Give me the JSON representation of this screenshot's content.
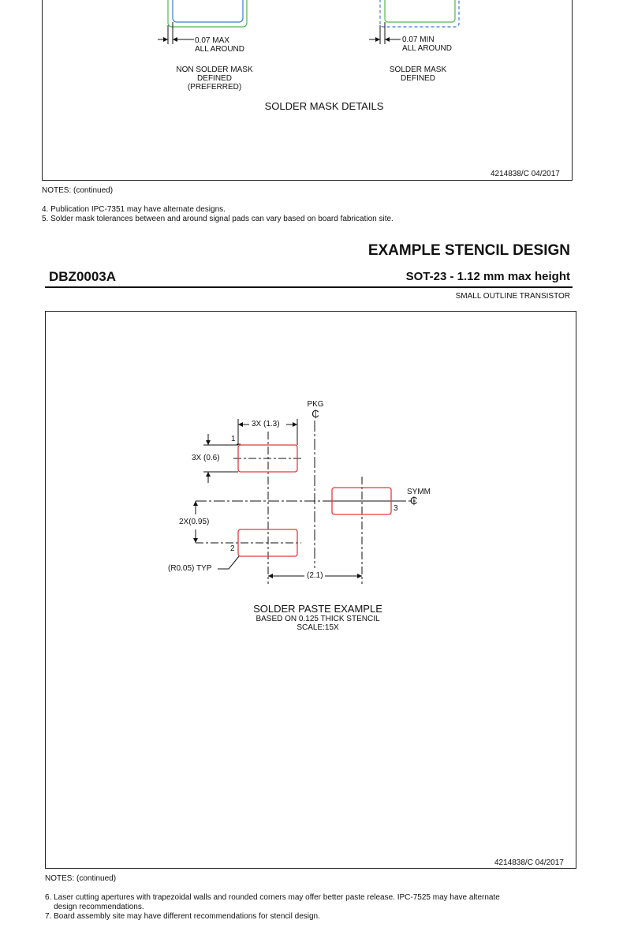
{
  "top": {
    "nsmd": {
      "dim": "0.07 MAX",
      "dim_sub": "ALL AROUND",
      "label_1": "NON SOLDER MASK",
      "label_2": "DEFINED",
      "label_3": "(PREFERRED)"
    },
    "smd": {
      "dim": "0.07 MIN",
      "dim_sub": "ALL AROUND",
      "label_1": "SOLDER MASK",
      "label_2": "DEFINED"
    },
    "caption": "SOLDER MASK DETAILS",
    "doc_ref": "4214838/C  04/2017"
  },
  "notes_top": {
    "heading": "NOTES: (continued)",
    "items": [
      "4. Publication IPC-7351 may have alternate designs.",
      "5. Solder mask tolerances between and around signal pads can vary based on board fabrication site."
    ]
  },
  "header": {
    "title": "EXAMPLE STENCIL DESIGN",
    "part": "DBZ0003A",
    "package": "SOT-23 - 1.12 mm max height",
    "subtitle": "SMALL OUTLINE TRANSISTOR"
  },
  "stencil": {
    "pkg_label": "PKG",
    "cl_symbol": "₵",
    "symm_label": "SYMM",
    "dim_width": "3X (1.3)",
    "dim_height": "3X (0.6)",
    "dim_pitch": "2X(0.95)",
    "dim_span": "(2.1)",
    "radius_label": "(R0.05) TYP",
    "pin_1": "1",
    "pin_2": "2",
    "pin_3": "3",
    "caption": "SOLDER PASTE EXAMPLE",
    "caption_sub1": "BASED ON 0.125 THICK STENCIL",
    "caption_sub2": "SCALE:15X",
    "doc_ref": "4214838/C  04/2017"
  },
  "notes_bottom": {
    "heading": "NOTES: (continued)",
    "items": [
      "6. Laser cutting apertures with trapezoidal walls and rounded corners may offer better paste release. IPC-7525 may have alternate",
      "    design recommendations.",
      "7. Board assembly site may have different recommendations for stencil design."
    ]
  },
  "colors": {
    "pad_nsmd": "#3a7bd5",
    "mask_nsmd": "#4fb84f",
    "pad_smd": "#4fb84f",
    "mask_smd": "#3a7bd5",
    "stencil_pad": "#e23b3b",
    "line": "#111111"
  }
}
